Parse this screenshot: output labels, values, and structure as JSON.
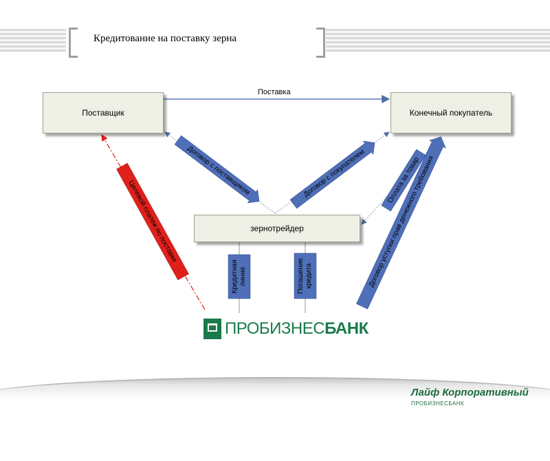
{
  "header": {
    "title": "Кредитование на поставку зерна"
  },
  "nodes": {
    "supplier": "Поставщик",
    "buyer": "Конечный покупатель",
    "trader": "зернотрейдер"
  },
  "edges": {
    "supply": "Поставка",
    "contract_supplier": "Договор с поставщиком",
    "contract_buyer": "Договор с покупателем",
    "payment_goods": "Оплата за товар",
    "assignment_contract": "Договор уступки прав денежного требования",
    "prepayment": "Целевой платеж по поставке",
    "credit_line_1": "Кредитная",
    "credit_line_2": "линия",
    "repayment_1": "Погашение",
    "repayment_2": "кредита"
  },
  "bank_logo": {
    "prefix": "ПРОБИЗНЕС",
    "suffix": "БАНК"
  },
  "footer": {
    "brand": "Лайф Корпоративный",
    "bank": "ПРОБИЗНЕСБАНК"
  },
  "colors": {
    "blue_arrow": "#4f6fb8",
    "red_arrow": "#e0201b",
    "node_fill": "#eef0e6",
    "bank_green": "#1a7a4a"
  }
}
